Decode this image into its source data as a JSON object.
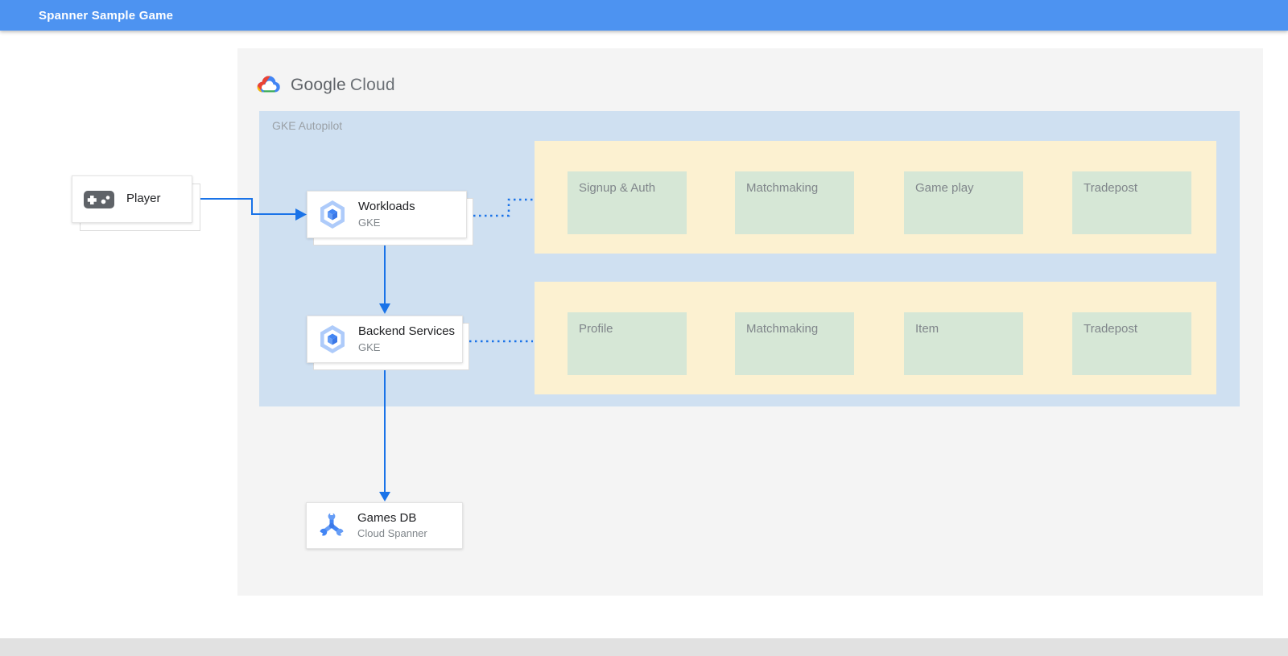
{
  "topbar": {
    "title": "Spanner Sample Game"
  },
  "logo": {
    "google": "Google",
    "cloud": "Cloud"
  },
  "gke": {
    "label": "GKE Autopilot"
  },
  "groups": [
    {
      "name": "workload-services",
      "items": [
        "Signup & Auth",
        "Matchmaking",
        "Game play",
        "Tradepost"
      ]
    },
    {
      "name": "backend-services",
      "items": [
        "Profile",
        "Matchmaking",
        "Item",
        "Tradepost"
      ]
    }
  ],
  "nodes": {
    "player": {
      "label": "Player"
    },
    "workloads": {
      "title": "Workloads",
      "subtitle": "GKE"
    },
    "backend": {
      "title": "Backend Services",
      "subtitle": "GKE"
    },
    "gamesdb": {
      "title": "Games DB",
      "subtitle": "Cloud Spanner"
    }
  },
  "icons": {
    "logo": "google-cloud-logo",
    "player": "gamepad-icon",
    "workloads": "gke-hexagon-icon",
    "backend": "gke-hexagon-icon",
    "gamesdb": "cloud-spanner-icon"
  },
  "colors": {
    "topbar": "#4D93F1",
    "panel": "#F4F4F4",
    "gke_container": "#CFE0F1",
    "group_fill": "#FCF1D1",
    "service_fill": "#D6E7D6",
    "connector": "#1A73E8",
    "muted_text": "#80868B",
    "container_label": "#9AA0A6"
  }
}
